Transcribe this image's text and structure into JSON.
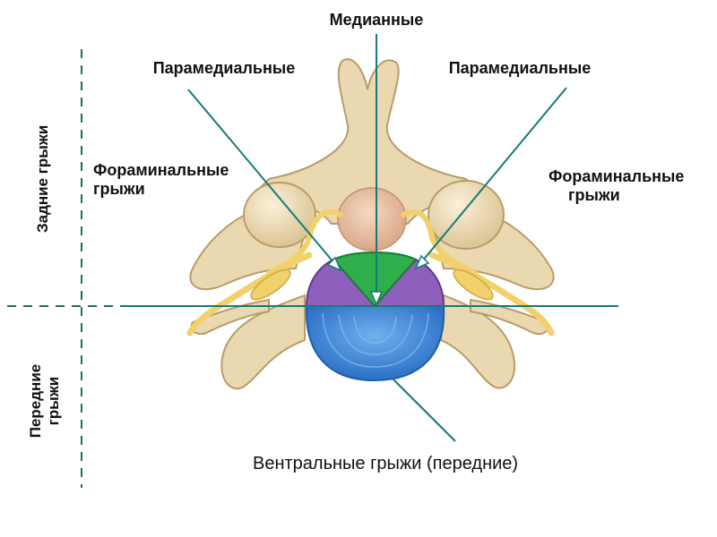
{
  "labels": {
    "median": "Медианные",
    "paramedian_left": "Парамедиальные",
    "paramedian_right": "Парамедиальные",
    "foraminal_left_1": "Фораминальные",
    "foraminal_left_2": "грыжи",
    "foraminal_right_1": "Фораминальные",
    "foraminal_right_2": "грыжи",
    "posterior": "Задние грыжи",
    "anterior_1": "Передние",
    "anterior_2": "грыжи",
    "ventral": "Вентральные грыжи (передние)"
  },
  "colors": {
    "pointer_line": "#137a78",
    "dashed_line": "#1a6e6c",
    "bone": "#ead8b0",
    "bone_outline": "#b89c68",
    "nerve": "#f2d06b",
    "cord": "#e9c3a3",
    "disc_anterior": "#3d86d8",
    "disc_paramedian": "#8e5fbd",
    "disc_median": "#2fae4c"
  }
}
